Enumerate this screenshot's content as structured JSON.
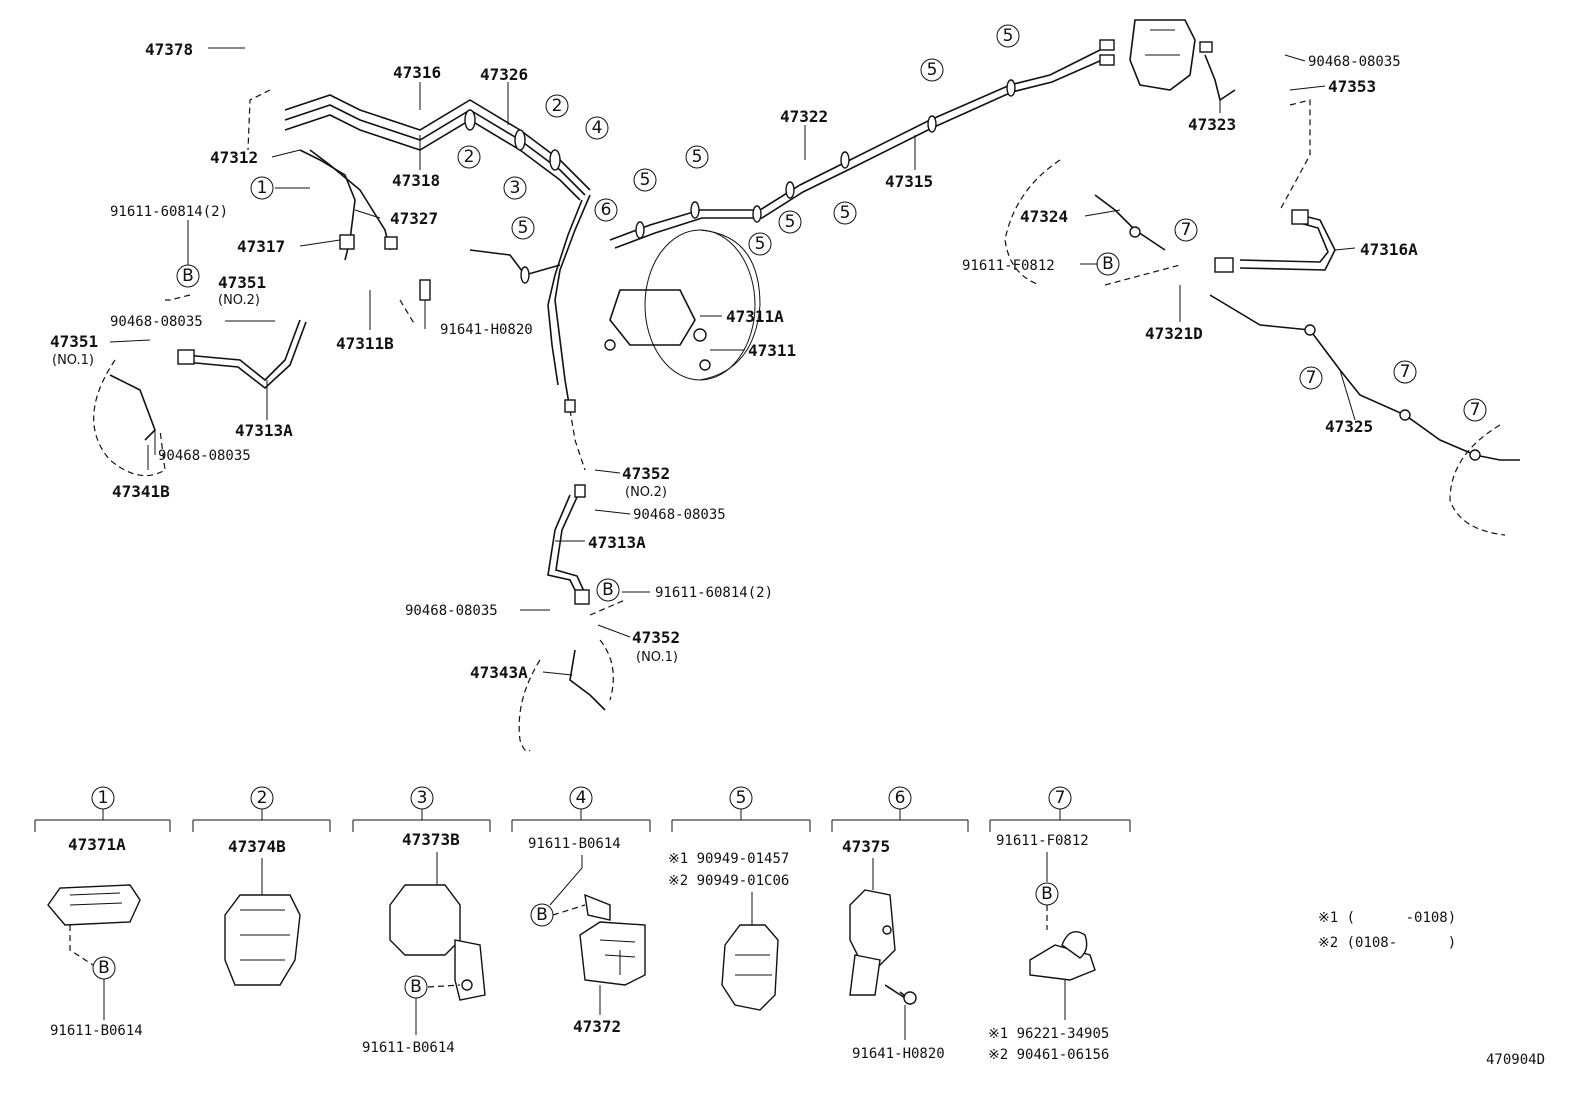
{
  "diagram_id": "470904D",
  "labels": {
    "p47378": "47378",
    "p47316": "47316",
    "p47326": "47326",
    "p47312": "47312",
    "p47318": "47318",
    "p91611_60814_2a": "91611-60814(2)",
    "p47327": "47327",
    "p47317": "47317",
    "p47351_no2": "47351",
    "no2_a": "(NO.2)",
    "p90468_a": "90468-08035",
    "p47351_no1": "47351",
    "no1_a": "(NO.1)",
    "p47311B": "47311B",
    "p91641_h0820_a": "91641-H0820",
    "p47313A_a": "47313A",
    "p90468_b": "90468-08035",
    "p47341B": "47341B",
    "p47322": "47322",
    "p47315": "47315",
    "p47311A": "47311A",
    "p47311": "47311",
    "p47352_no2": "47352",
    "no2_b": "(NO.2)",
    "p90468_c": "90468-08035",
    "p47313A_b": "47313A",
    "p91611_60814_2b": "91611-60814(2)",
    "p90468_d": "90468-08035",
    "p47352_no1": "47352",
    "no1_b": "(NO.1)",
    "p47343A": "47343A",
    "p90468_e": "90468-08035",
    "p47353": "47353",
    "p47323": "47323",
    "p47324": "47324",
    "p91611_f0812_a": "91611-F0812",
    "p47316A": "47316A",
    "p47321D": "47321D",
    "p47325": "47325"
  },
  "circle_numbers": {
    "c1": "1",
    "c2": "2",
    "c3": "3",
    "c4": "4",
    "c5": "5",
    "c6": "6",
    "c7": "7",
    "cB": "B"
  },
  "legend": [
    {
      "num": "1",
      "main": "47371A",
      "sub": "91611-B0614"
    },
    {
      "num": "2",
      "main": "47374B",
      "sub": ""
    },
    {
      "num": "3",
      "main": "47373B",
      "sub": "91611-B0614"
    },
    {
      "num": "4",
      "main": "91611-B0614",
      "sub": "47372"
    },
    {
      "num": "5",
      "main": "※1 90949-01457",
      "main2": "※2 90949-01C06",
      "sub": ""
    },
    {
      "num": "6",
      "main": "47375",
      "sub": "91641-H0820"
    },
    {
      "num": "7",
      "main": "91611-F0812",
      "sub": "※1 96221-34905",
      "sub2": "※2 90461-06156"
    }
  ],
  "notes": {
    "n1": "※1 (      -0108)",
    "n2": "※2 (0108-      )"
  }
}
